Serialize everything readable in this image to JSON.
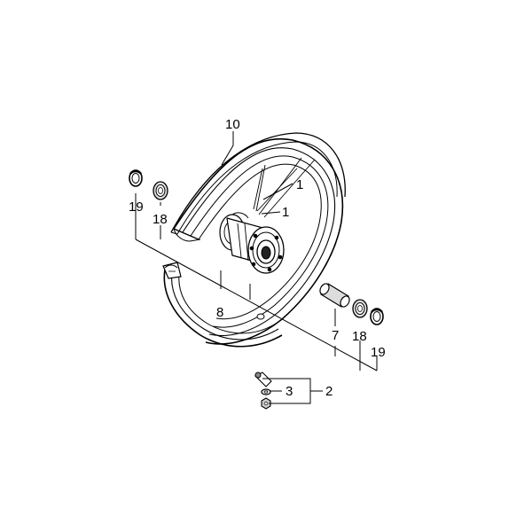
{
  "callouts": {
    "spoke_upper": "1",
    "spoke_lower": "1",
    "valve_assembly": "2",
    "valve_part": "3",
    "collar": "7",
    "tube": "8",
    "rim_band": "10",
    "bearing_left": "18",
    "bearing_right": "18",
    "seal_left": "19",
    "seal_right": "19"
  },
  "colors": {
    "line": "#000000",
    "background": "#ffffff",
    "part_shading": "#bbbbbb"
  }
}
